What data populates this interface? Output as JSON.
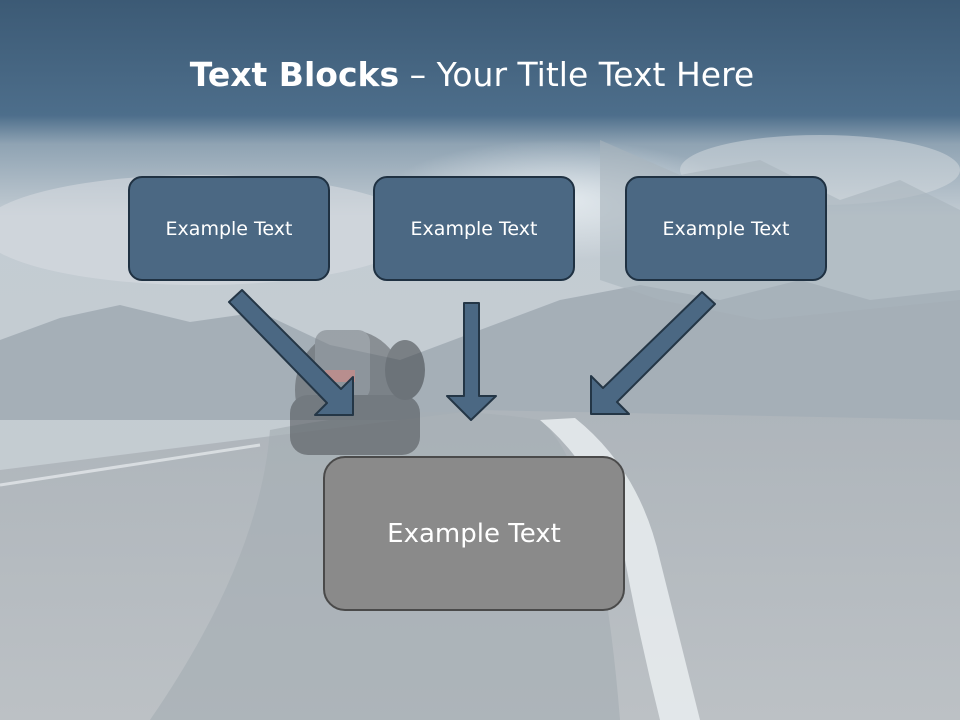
{
  "slide": {
    "title_bold": "Text Blocks",
    "title_rest": "– Your Title Text Here",
    "blocks": [
      {
        "label": "Example Text"
      },
      {
        "label": "Example Text"
      },
      {
        "label": "Example Text"
      }
    ],
    "target": {
      "label": "Example Text"
    }
  },
  "colors": {
    "header_band": "#4a6a87",
    "block_fill": "#4b6883",
    "block_border": "#1f3142",
    "target_fill": "#8a8a8a",
    "target_border": "#4a4a4a",
    "arrow_fill": "#4b6883",
    "arrow_stroke": "#243646",
    "text": "#ffffff"
  }
}
